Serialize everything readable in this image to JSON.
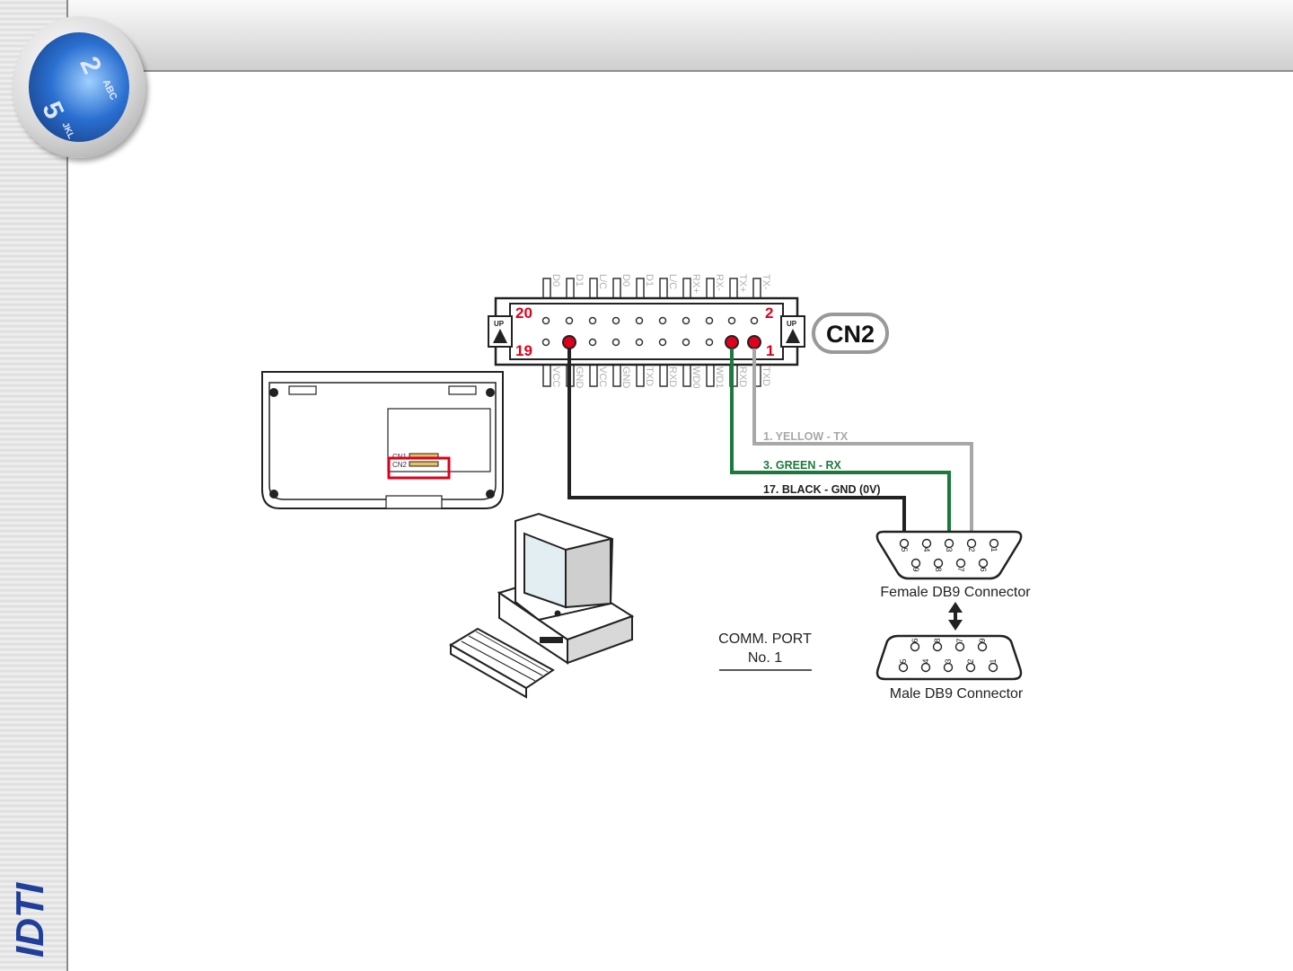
{
  "connector": {
    "name": "CN2",
    "up_label": "UP",
    "pin_20": "20",
    "pin_2": "2",
    "pin_19": "19",
    "pin_1": "1",
    "top_labels": [
      "D0",
      "D1",
      "L/C",
      "D0",
      "D1",
      "L/C",
      "RX+",
      "RX-",
      "TX+",
      "TX-"
    ],
    "bottom_labels": [
      "VCC",
      "GND",
      "VCC",
      "GND",
      "TXD",
      "RXD",
      "WD0",
      "WD1",
      "RXD",
      "TXD"
    ]
  },
  "wires": {
    "yellow": "1. YELLOW - TX",
    "green": "3. GREEN - RX",
    "black": "17. BLACK - GND (0V)"
  },
  "female_db9": {
    "label": "Female DB9 Connector",
    "top_pins": [
      "5",
      "4",
      "3",
      "2",
      "1"
    ],
    "bottom_pins": [
      "9",
      "8",
      "7",
      "6"
    ]
  },
  "male_db9": {
    "label": "Male DB9 Connector",
    "top_pins": [
      "6",
      "8",
      "7",
      "9"
    ],
    "bottom_pins": [
      "5",
      "4",
      "3",
      "2",
      "1"
    ]
  },
  "comm_port": {
    "line1": "COMM. PORT",
    "line2": "No. 1"
  },
  "device": {
    "cn1": "CN1",
    "cn2": "CN2"
  },
  "badge_keys": [
    "2",
    "ABC",
    "5",
    "JKL"
  ],
  "logo_text": "IDTI",
  "colors": {
    "highlight": "#e0001b",
    "green_wire": "#1a7a3a",
    "gray_wire": "#a8a8a8",
    "black_wire": "#222222"
  }
}
